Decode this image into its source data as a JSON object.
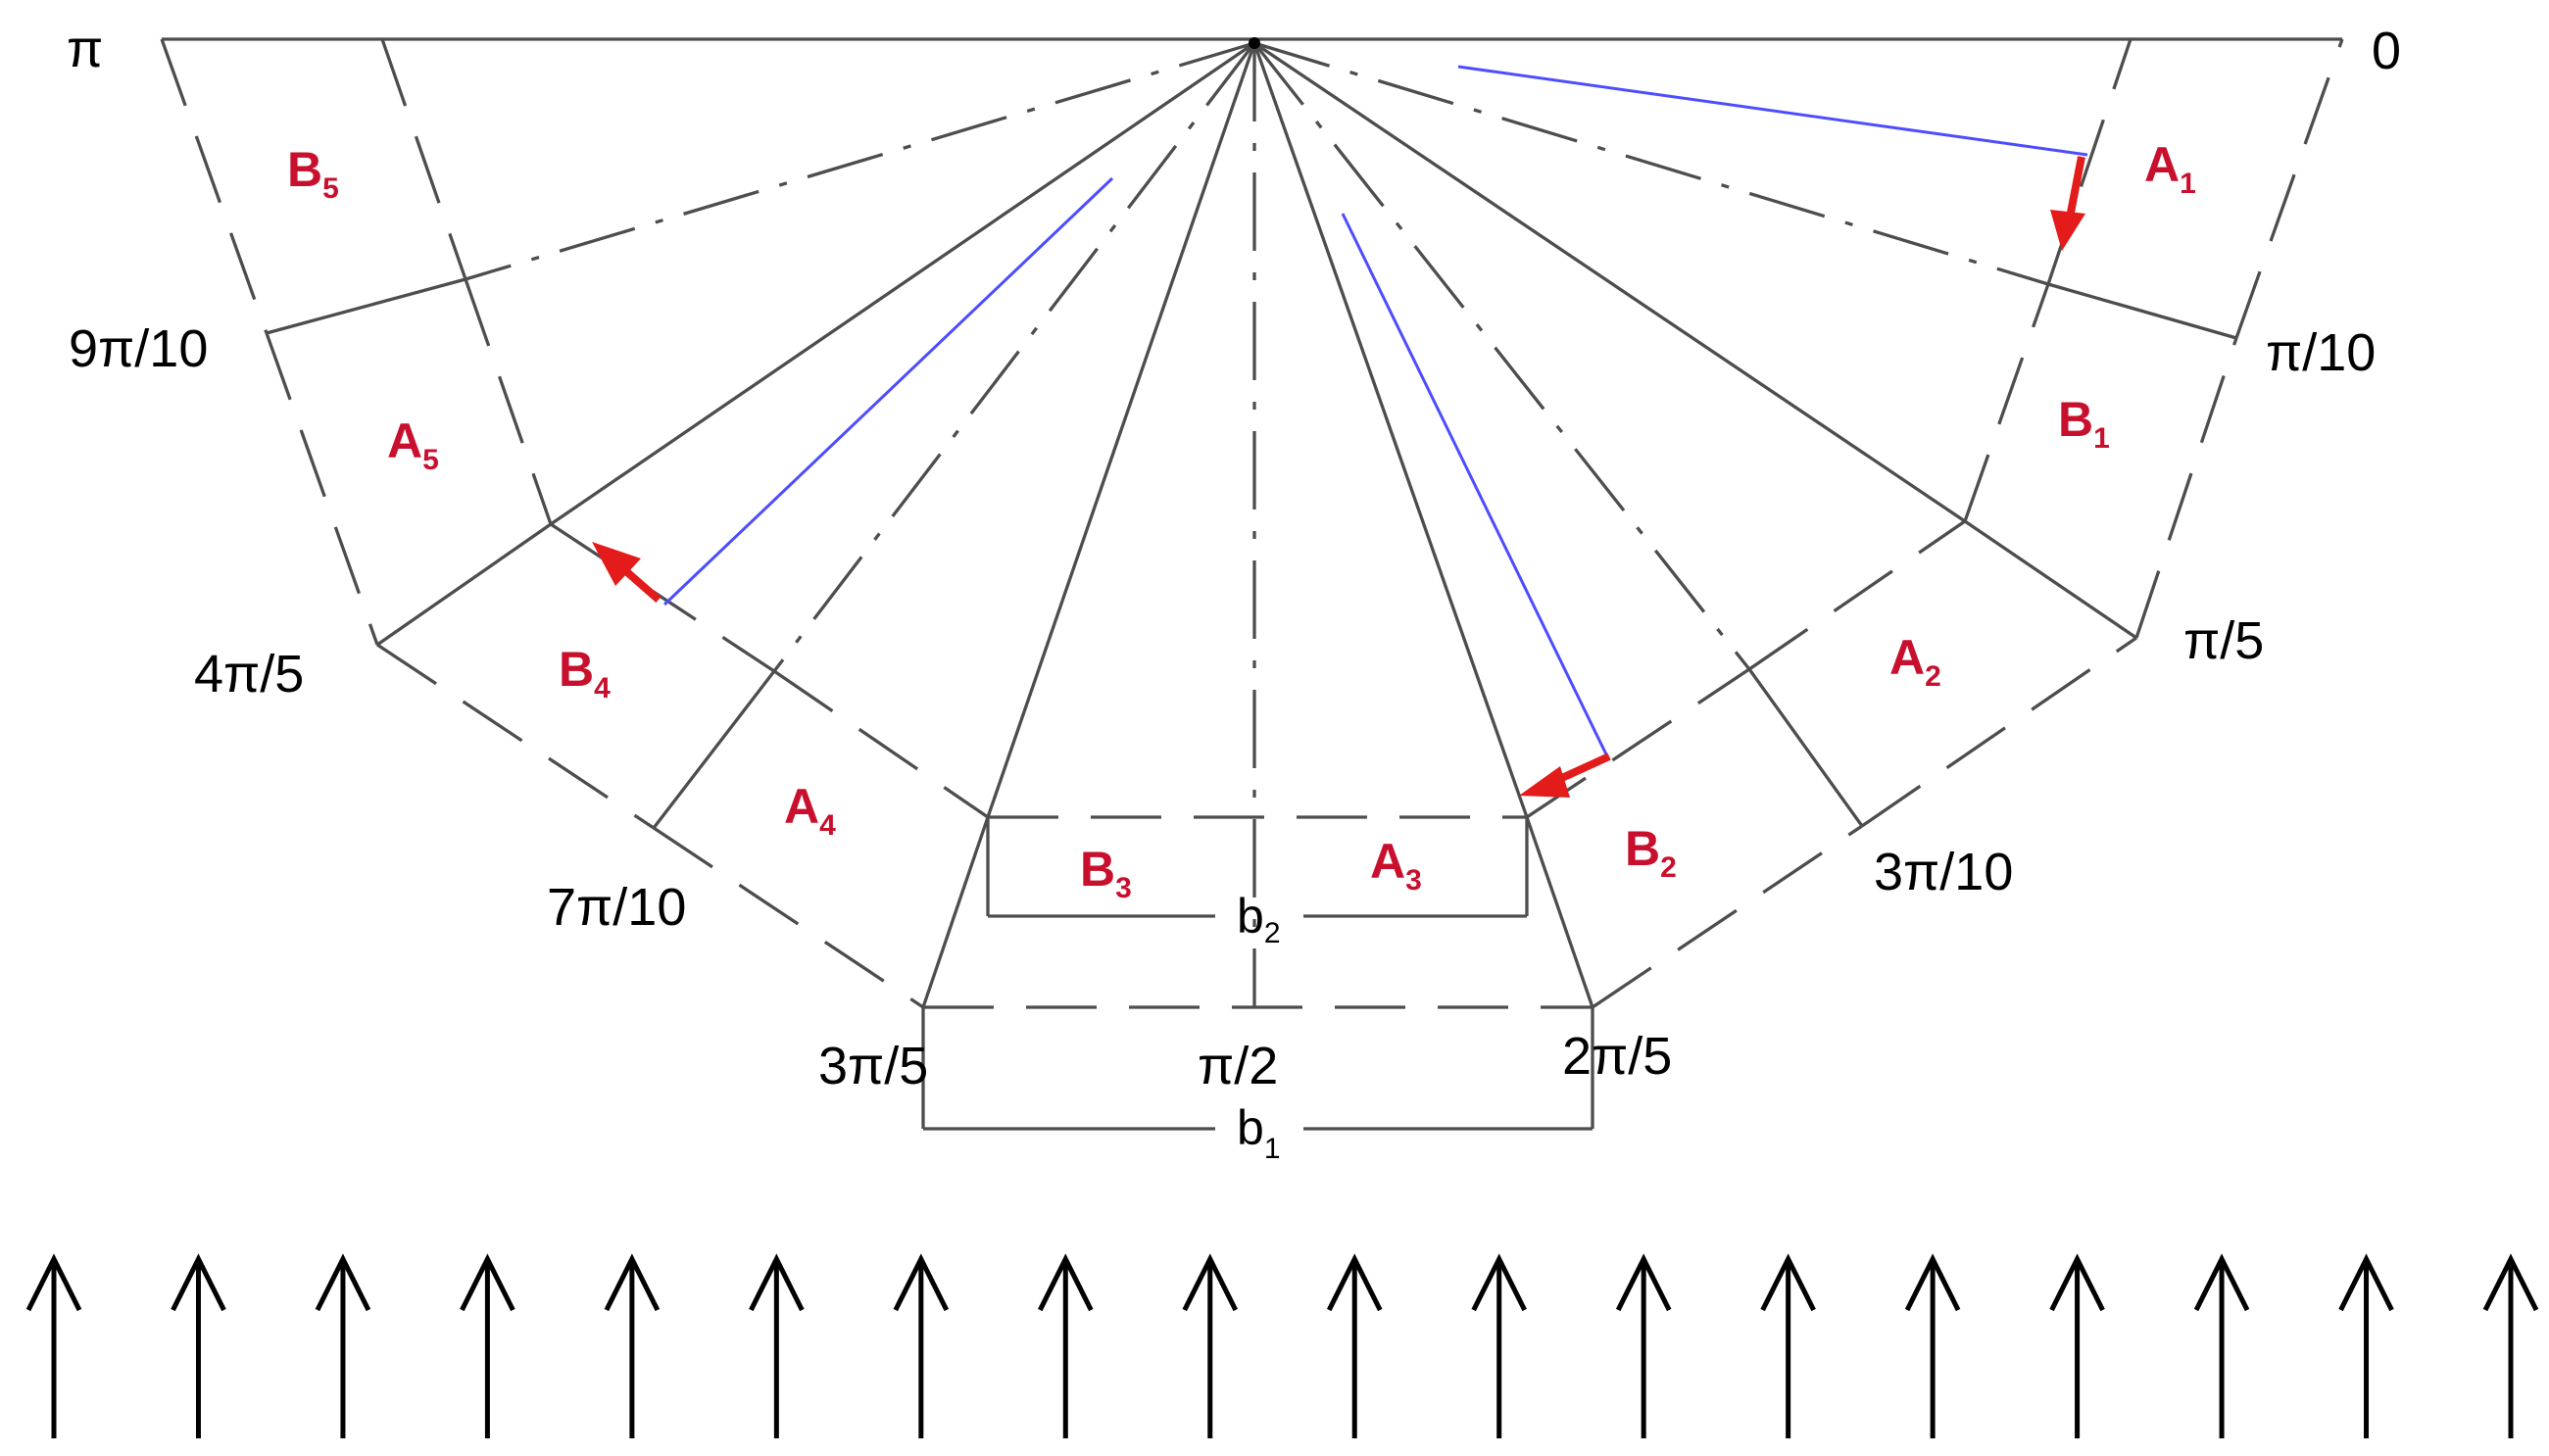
{
  "angle_labels": {
    "pi": "π",
    "nine_pi_10": "9π/10",
    "four_pi_5": "4π/5",
    "seven_pi_10": "7π/10",
    "three_pi_5": "3π/5",
    "pi_2": "π/2",
    "two_pi_5": "2π/5",
    "three_pi_10": "3π/10",
    "pi_5": "π/5",
    "pi_10": "π/10",
    "zero": "0"
  },
  "segments": [
    {
      "letter": "A",
      "index": "1"
    },
    {
      "letter": "B",
      "index": "1"
    },
    {
      "letter": "A",
      "index": "2"
    },
    {
      "letter": "B",
      "index": "2"
    },
    {
      "letter": "A",
      "index": "3"
    },
    {
      "letter": "B",
      "index": "3"
    },
    {
      "letter": "A",
      "index": "4"
    },
    {
      "letter": "B",
      "index": "4"
    },
    {
      "letter": "A",
      "index": "5"
    },
    {
      "letter": "B",
      "index": "5"
    }
  ],
  "widths": {
    "b1": {
      "letter": "b",
      "index": "1"
    },
    "b2": {
      "letter": "b",
      "index": "2"
    }
  },
  "colors": {
    "outline": "#4d4d4d",
    "segment_label": "#c8102e",
    "transition_arrow": "#e31b1b",
    "guide_line": "#4d4dff",
    "flow_arrow": "#000000"
  },
  "flow_arrow_count": 18,
  "flow_arrow_icon": "up-arrow-icon"
}
